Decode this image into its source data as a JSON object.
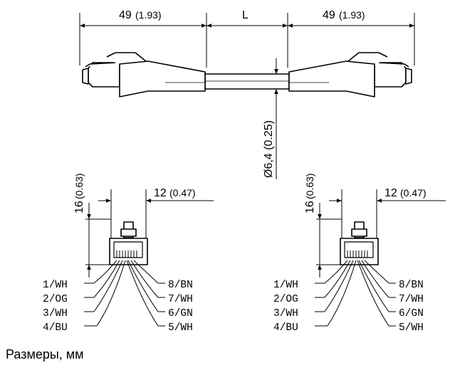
{
  "top_dims": {
    "left_mm": "49",
    "left_in": "(1.93)",
    "mid": "L",
    "right_mm": "49",
    "right_in": "(1.93)",
    "diameter": "Ø6,4 (0.25)"
  },
  "plug_left": {
    "height_mm": "16",
    "height_in": "(0.63)",
    "width_mm": "12",
    "width_in": "(0.47)",
    "pins_left": [
      "1/WH",
      "2/OG",
      "3/WH",
      "4/BU"
    ],
    "pins_right": [
      "8/BN",
      "7/WH",
      "6/GN",
      "5/WH"
    ]
  },
  "plug_right": {
    "height_mm": "16",
    "height_in": "(0.63)",
    "width_mm": "12",
    "width_in": "(0.47)",
    "pins_left": [
      "1/WH",
      "2/OG",
      "3/WH",
      "4/BU"
    ],
    "pins_right": [
      "8/BN",
      "7/WH",
      "6/GN",
      "5/WH"
    ]
  },
  "caption": "Размеры, мм"
}
